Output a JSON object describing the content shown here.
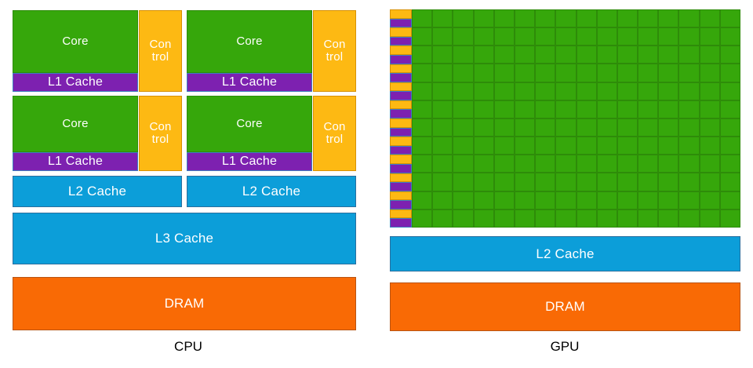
{
  "diagram": {
    "title_hidden": "",
    "colors": {
      "core_green": "#36a70b",
      "control_amber": "#fdb913",
      "l1_purple": "#7d21b0",
      "cache_blue": "#0c9ed9",
      "dram_orange": "#f96a05",
      "label_black": "#000000",
      "block_text": "#ffffff"
    }
  },
  "cpu": {
    "panel_label": "CPU",
    "cores": [
      {
        "core_label": "Core",
        "control_label": "Con\ntrol",
        "l1_label": "L1 Cache"
      },
      {
        "core_label": "Core",
        "control_label": "Con\ntrol",
        "l1_label": "L1 Cache"
      },
      {
        "core_label": "Core",
        "control_label": "Con\ntrol",
        "l1_label": "L1 Cache"
      },
      {
        "core_label": "Core",
        "control_label": "Con\ntrol",
        "l1_label": "L1 Cache"
      }
    ],
    "l2_caches": [
      {
        "label": "L2 Cache"
      },
      {
        "label": "L2 Cache"
      }
    ],
    "l3_cache": {
      "label": "L3  Cache"
    },
    "dram": {
      "label": "DRAM"
    }
  },
  "gpu": {
    "panel_label": "GPU",
    "sm_grid": {
      "rows": 12,
      "cols": 16,
      "cell_label": ""
    },
    "side_column": {
      "units": 12,
      "control_label": "",
      "l1_label": ""
    },
    "l2_cache": {
      "label": "L2 Cache"
    },
    "dram": {
      "label": "DRAM"
    }
  }
}
